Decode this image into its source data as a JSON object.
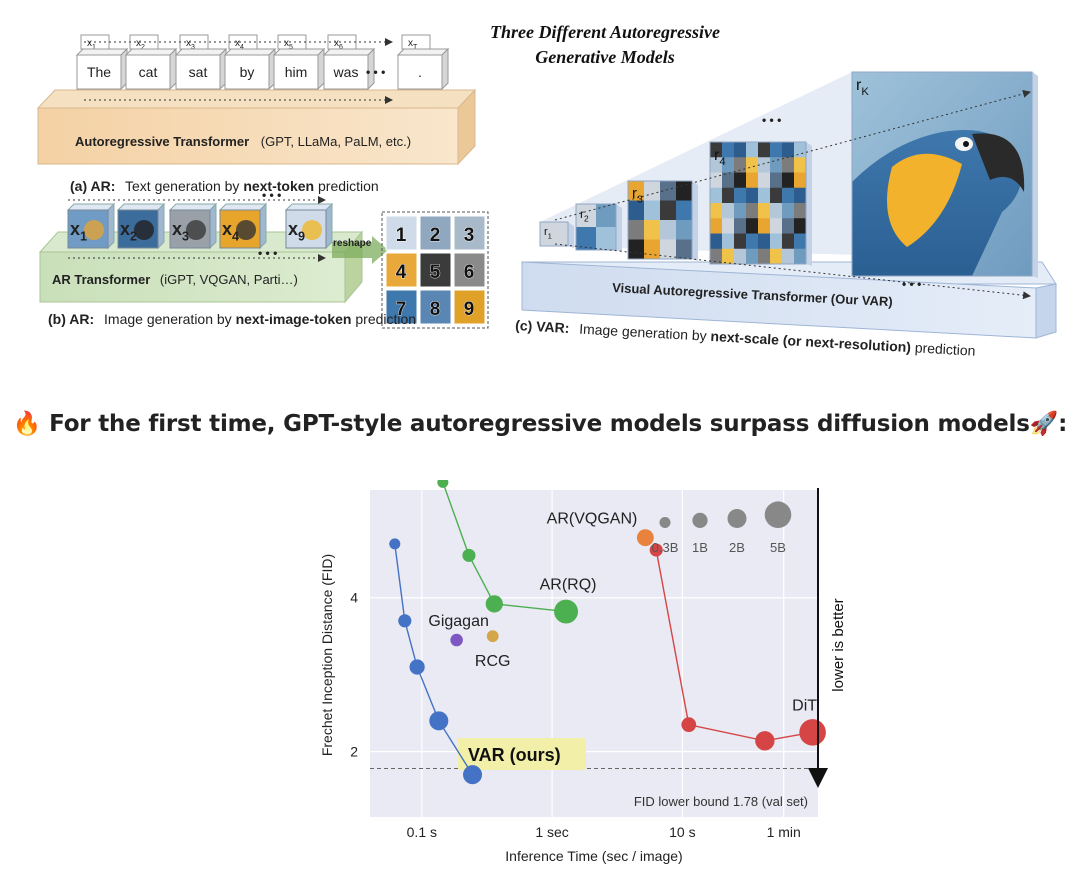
{
  "figure": {
    "title_line1": "Three  Different  Autoregressive",
    "title_line2": "Generative  Models",
    "panel_a": {
      "tokens": [
        "The",
        "cat",
        "sat",
        "by",
        "him",
        "was",
        "."
      ],
      "token_labels": [
        "x1",
        "x2",
        "x3",
        "x4",
        "x5",
        "x6",
        "xT"
      ],
      "ellipsis": "• • •",
      "transformer_name": "Autoregressive Transformer",
      "transformer_models": "(GPT, LLaMa, PaLM, etc.)",
      "caption_tag": "(a) AR:",
      "caption_pre": "Text generation by ",
      "caption_bold": "next-token",
      "caption_post": " prediction"
    },
    "panel_b": {
      "token_labels": [
        "x1",
        "x2",
        "x3",
        "x4",
        "x9"
      ],
      "ellipsis": "• • •",
      "reshape_label": "reshape",
      "grid_numbers": [
        "1",
        "2",
        "3",
        "4",
        "5",
        "6",
        "7",
        "8",
        "9"
      ],
      "transformer_name": "AR Transformer",
      "transformer_models": "(iGPT, VQGAN, Parti…)",
      "caption_tag": "(b) AR:",
      "caption_pre": "Image generation by ",
      "caption_bold": "next-image-token",
      "caption_post": " prediction"
    },
    "panel_c": {
      "scale_labels": [
        "r1",
        "r2",
        "r3",
        "r4",
        "rK"
      ],
      "ellipsis": "• • •",
      "transformer_name": "Visual Autoregressive Transformer  (Our VAR)",
      "caption_tag": "(c) VAR:",
      "caption_pre": "Image generation by ",
      "caption_bold": "next-scale (or next-resolution)",
      "caption_post": " prediction"
    }
  },
  "headline": "🔥 For the first time, GPT-style autoregressive models surpass diffusion models🚀:",
  "chart_data": {
    "type": "scatter",
    "xlabel": "Inference Time (sec / image)",
    "ylabel": "Frechet Inception Distance (FID)",
    "x_scale": "log",
    "x_ticks": [
      0.1,
      1,
      10,
      60
    ],
    "x_tick_labels": [
      "0.1 s",
      "1 sec",
      "10 s",
      "1 min"
    ],
    "y_ticks": [
      2,
      4
    ],
    "y_tick_labels": [
      "2",
      "4"
    ],
    "xlim": [
      0.04,
      110
    ],
    "ylim": [
      1.15,
      5.4
    ],
    "grid": true,
    "right_annotation": "lower is better",
    "bound_label": "FID lower bound 1.78 (val set)",
    "bound_value": 1.78,
    "size_legend": {
      "labels": [
        "0.3B",
        "1B",
        "2B",
        "5B"
      ],
      "values": [
        0.3,
        1,
        2,
        5
      ]
    },
    "series": [
      {
        "name": "VAR (ours)",
        "color": "#4472c4",
        "x": [
          0.062,
          0.074,
          0.092,
          0.135,
          0.245
        ],
        "y": [
          4.7,
          3.7,
          3.1,
          2.4,
          1.7
        ],
        "sizes": [
          0.3,
          0.6,
          1,
          2,
          2
        ]
      },
      {
        "name": "AR(RQ)",
        "color": "#4caf50",
        "x": [
          0.145,
          0.23,
          0.36,
          1.28
        ],
        "y": [
          5.5,
          4.55,
          3.92,
          3.82
        ],
        "sizes": [
          0.3,
          0.6,
          1.5,
          3.8
        ]
      },
      {
        "name": "AR(VQGAN)",
        "color": "#e8823c",
        "x": [
          5.2
        ],
        "y": [
          4.78
        ],
        "sizes": [
          1.4
        ]
      },
      {
        "name": "DiT",
        "color": "#d54545",
        "x": [
          6.3,
          11.2,
          43,
          100
        ],
        "y": [
          4.62,
          2.35,
          2.14,
          2.25
        ],
        "sizes": [
          0.6,
          0.9,
          2.1,
          5
        ]
      },
      {
        "name": "Gigagan",
        "color": "#7e57c2",
        "x": [
          0.185
        ],
        "y": [
          3.45
        ],
        "sizes": [
          0.5
        ]
      },
      {
        "name": "RCG",
        "color": "#d4a64a",
        "x": [
          0.35
        ],
        "y": [
          3.5
        ],
        "sizes": [
          0.4
        ]
      }
    ]
  }
}
